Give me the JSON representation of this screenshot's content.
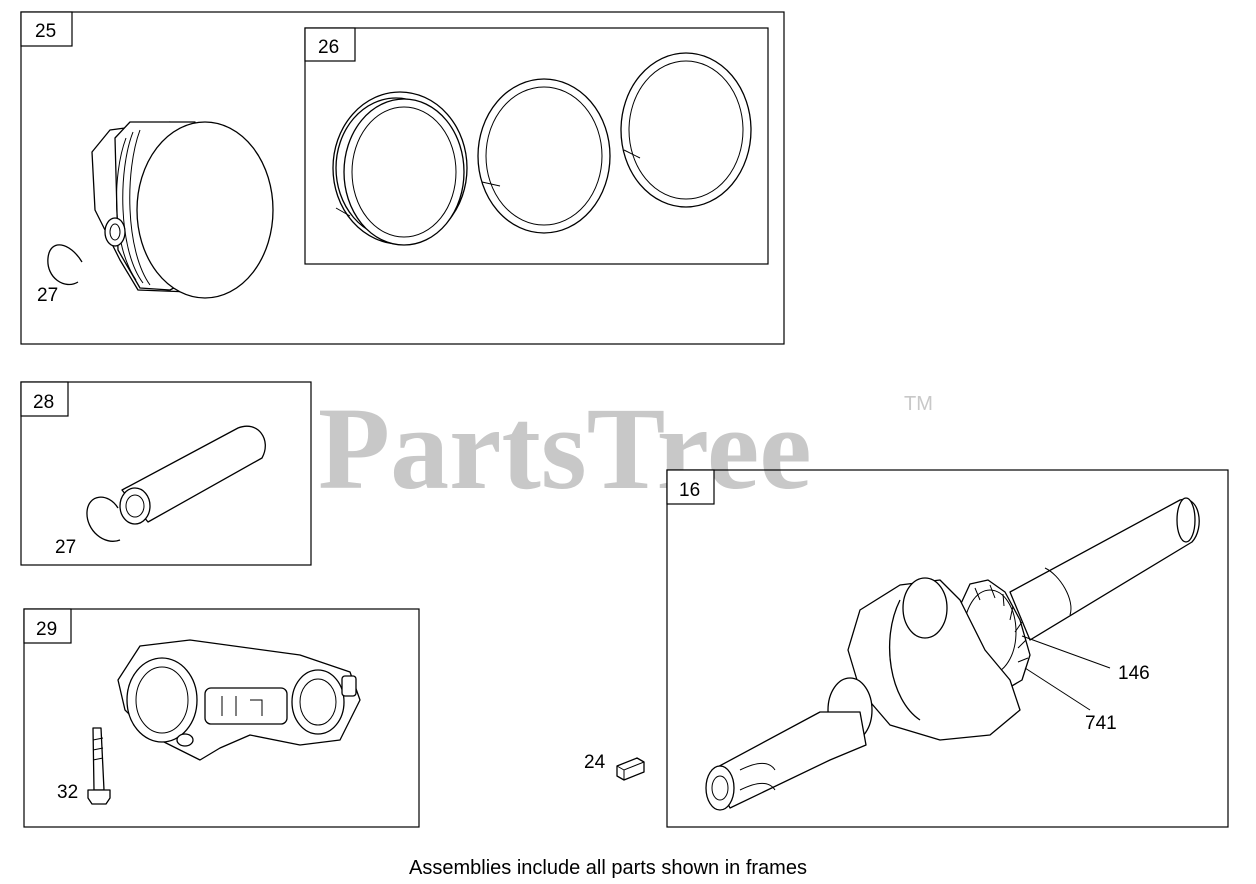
{
  "watermark": {
    "brand": "PartsTree",
    "trademark": "TM"
  },
  "frames": {
    "f25": {
      "number": "25"
    },
    "f26": {
      "number": "26"
    },
    "f28": {
      "number": "28"
    },
    "f29": {
      "number": "29"
    },
    "f16": {
      "number": "16"
    }
  },
  "callouts": {
    "c27a": "27",
    "c27b": "27",
    "c32": "32",
    "c24": "24",
    "c146": "146",
    "c741": "741"
  },
  "caption": "Assemblies include all parts shown in frames"
}
